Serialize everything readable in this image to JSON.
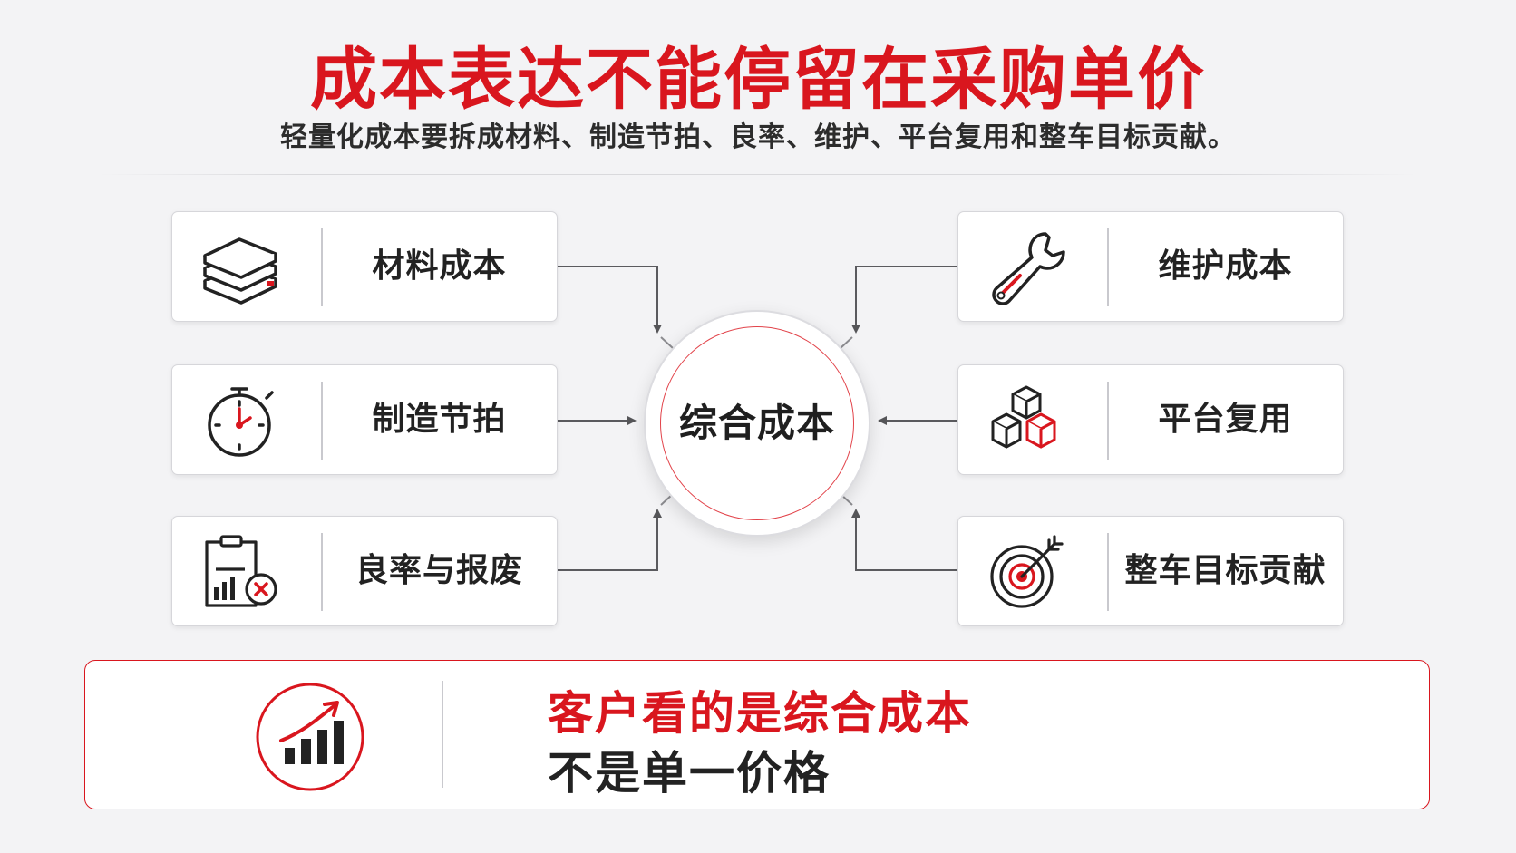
{
  "header": {
    "title": "成本表达不能停留在采购单价",
    "subtitle": "轻量化成本要拆成材料、制造节拍、良率、维护、平台复用和整车目标贡献。"
  },
  "colors": {
    "accent": "#d9161e",
    "text": "#222222",
    "card_border": "#d6d6da",
    "background": "#f3f3f5"
  },
  "left_cards": [
    {
      "label": "材料成本",
      "icon": "layered-sheets-icon"
    },
    {
      "label": "制造节拍",
      "icon": "stopwatch-icon"
    },
    {
      "label": "良率与报废",
      "icon": "clipboard-chart-reject-icon"
    }
  ],
  "right_cards": [
    {
      "label": "维护成本",
      "icon": "wrench-icon"
    },
    {
      "label": "平台复用",
      "icon": "stacked-cubes-icon"
    },
    {
      "label": "整车目标贡献",
      "icon": "target-arrow-icon"
    }
  ],
  "hub": {
    "label": "综合成本"
  },
  "callout": {
    "line1": "客户看的是综合成本",
    "line2": "不是单一价格",
    "icon": "rising-bar-chart-icon"
  }
}
